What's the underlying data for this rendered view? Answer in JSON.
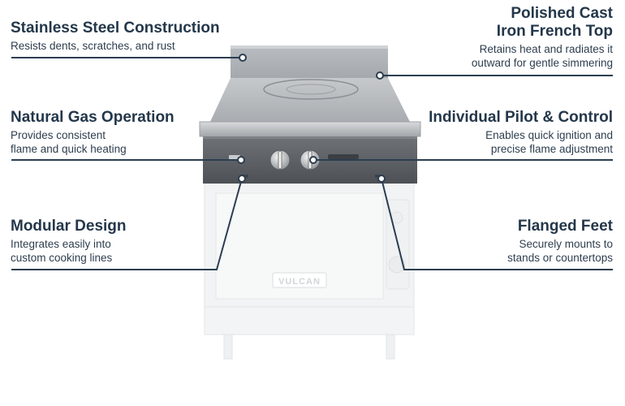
{
  "callouts": {
    "stainless": {
      "title": "Stainless Steel Construction",
      "desc": [
        "Resists dents, scratches, and rust"
      ]
    },
    "gas": {
      "title": "Natural Gas Operation",
      "desc": [
        "Provides consistent",
        "flame and quick heating"
      ]
    },
    "modular": {
      "title": "Modular Design",
      "desc": [
        "Integrates easily into",
        "custom cooking lines"
      ]
    },
    "french_top": {
      "title": [
        "Polished Cast",
        "Iron French Top"
      ],
      "desc": [
        "Retains heat and radiates it",
        "outward for gentle simmering"
      ]
    },
    "pilot": {
      "title": "Individual Pilot & Control",
      "desc": [
        "Enables quick ignition and",
        "precise flame adjustment"
      ]
    },
    "feet": {
      "title": "Flanged Feet",
      "desc": [
        "Securely mounts to",
        "stands or countertops"
      ]
    }
  },
  "product": {
    "brand_badge": "VULCAN"
  },
  "colors": {
    "text": "#24374a",
    "line": "#2c3e50",
    "steel": "#b8bcc0",
    "panel": "#5d6166"
  }
}
